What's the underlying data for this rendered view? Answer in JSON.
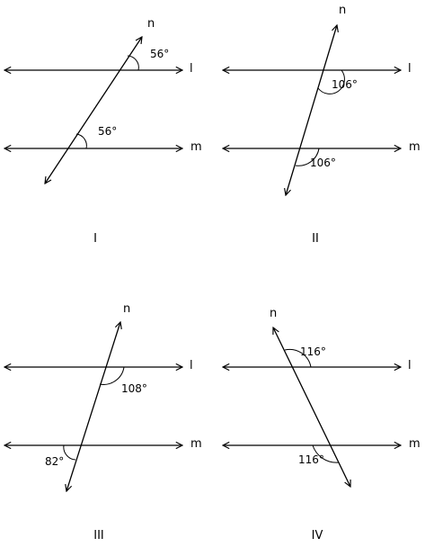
{
  "panels": [
    {
      "caption": "I",
      "line_labels": {
        "l": "l",
        "m": "m",
        "n": "n"
      },
      "angles": [
        {
          "label": "56°"
        },
        {
          "label": "56°"
        }
      ]
    },
    {
      "caption": "II",
      "line_labels": {
        "l": "l",
        "m": "m",
        "n": "n"
      },
      "angles": [
        {
          "label": "106°"
        },
        {
          "label": "106°"
        }
      ]
    },
    {
      "caption": "III",
      "line_labels": {
        "l": "l",
        "m": "m",
        "n": "n"
      },
      "angles": [
        {
          "label": "108°"
        },
        {
          "label": "82°"
        }
      ]
    },
    {
      "caption": "IV",
      "line_labels": {
        "l": "l",
        "m": "m",
        "n": "n"
      },
      "angles": [
        {
          "label": "116°"
        },
        {
          "label": "116°"
        }
      ]
    }
  ]
}
